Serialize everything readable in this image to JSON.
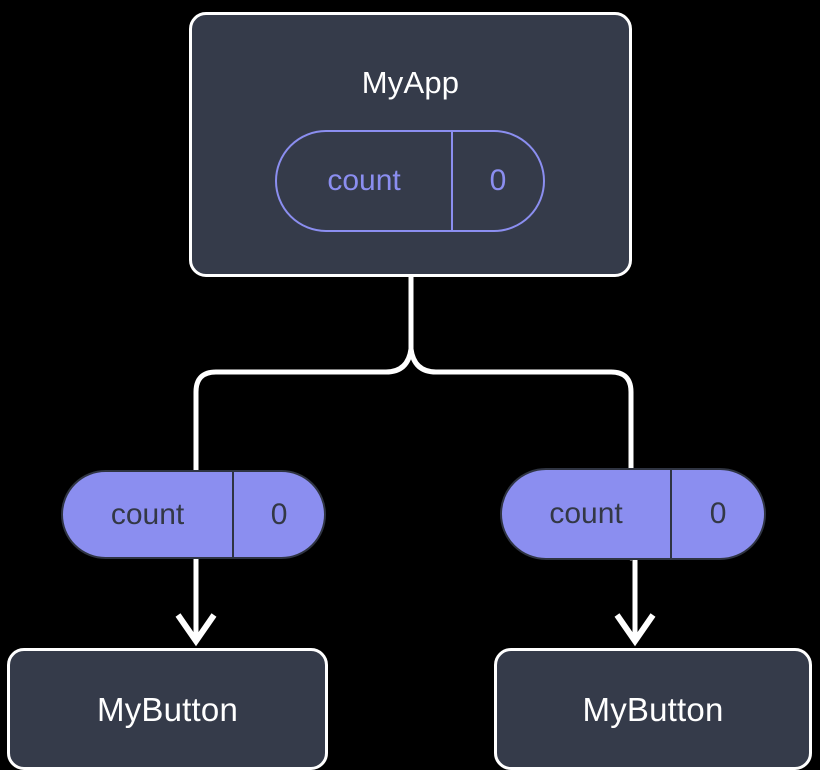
{
  "diagram": {
    "title_semantic": "react-state-propagation-tree",
    "background_color": "#000000",
    "colors": {
      "box_fill": "#353b4a",
      "box_stroke": "#ffffff",
      "accent_purple": "#8b8ef0",
      "pill_text_dark": "#333845",
      "wire": "#ffffff"
    }
  },
  "root": {
    "label": "MyApp",
    "state_pill": {
      "name": "count",
      "value": "0"
    }
  },
  "branches": [
    {
      "state_pill": {
        "name": "count",
        "value": "0"
      },
      "child": {
        "label": "MyButton"
      }
    },
    {
      "state_pill": {
        "name": "count",
        "value": "0"
      },
      "child": {
        "label": "MyButton"
      }
    }
  ]
}
